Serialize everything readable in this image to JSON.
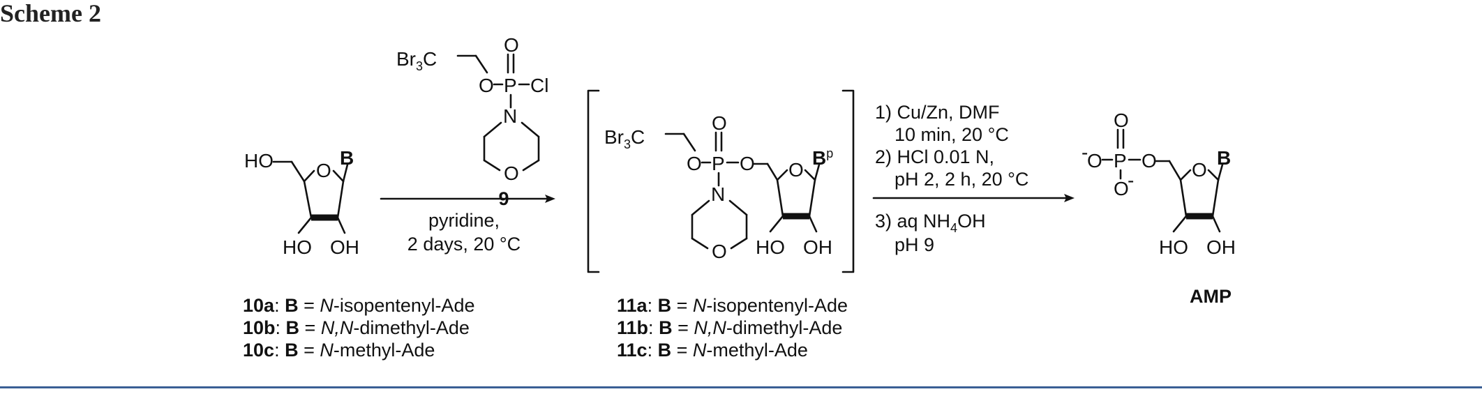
{
  "scheme_title": "Scheme 2",
  "reagent_9": {
    "compound_number": "9",
    "atoms": {
      "br3c": "Br",
      "br3c_sub": "3",
      "br3c_c": "C",
      "o_ester": "O",
      "p": "P",
      "o_double": "O",
      "cl": "Cl",
      "n": "N",
      "o_ring": "O"
    }
  },
  "arrow1": {
    "above": "9",
    "below_line1": "pyridine,",
    "below_line2": "2 days, 20 °C"
  },
  "sm": {
    "atoms": {
      "ho5": "HO",
      "o_ring": "O",
      "base": "B",
      "ho3": "HO",
      "oh2": "OH"
    },
    "labels": [
      {
        "id": "10a",
        "sep": ": ",
        "b": "B",
        "eq": " = ",
        "italic": "N",
        "rest": "-isopentenyl-Ade"
      },
      {
        "id": "10b",
        "sep": ": ",
        "b": "B",
        "eq": " = ",
        "italic": "N,N",
        "rest": "-dimethyl-Ade"
      },
      {
        "id": "10c",
        "sep": ": ",
        "b": "B",
        "eq": " = ",
        "italic": "N",
        "rest": "-methyl-Ade"
      }
    ]
  },
  "intermediate": {
    "atoms": {
      "br3c": "Br",
      "br3c_sub": "3",
      "br3c_c": "C",
      "o_double": "O",
      "o_ester": "O",
      "p": "P",
      "o_link": "O",
      "n": "N",
      "o_morph": "O",
      "o_ring": "O",
      "base": "B",
      "base_sup": "p",
      "ho3": "HO",
      "oh2": "OH"
    },
    "labels": [
      {
        "id": "11a",
        "sep": ": ",
        "b": "B",
        "eq": " = ",
        "italic": "N",
        "rest": "-isopentenyl-Ade"
      },
      {
        "id": "11b",
        "sep": ": ",
        "b": "B",
        "eq": " = ",
        "italic": "N,N",
        "rest": "-dimethyl-Ade"
      },
      {
        "id": "11c",
        "sep": ": ",
        "b": "B",
        "eq": " = ",
        "italic": "N",
        "rest": "-methyl-Ade"
      }
    ]
  },
  "arrow2": {
    "step1_line1": "1) Cu/Zn, DMF",
    "step1_line2": "10 min, 20 °C",
    "step2_line1": "2) HCl 0.01 N,",
    "step2_line2": "pH 2, 2 h, 20 °C",
    "step3_line1_pre": "3) aq NH",
    "step3_line1_sub": "4",
    "step3_line1_post": "OH",
    "step3_line2": "pH 9"
  },
  "product": {
    "name": "AMP",
    "atoms": {
      "o_minus_left": "O",
      "minus": "-",
      "p": "P",
      "o_top": "O",
      "o_bottom": "O",
      "o_link": "O",
      "o_ring": "O",
      "base": "B",
      "ho3": "HO",
      "oh2": "OH"
    }
  },
  "colors": {
    "rule": "#3a5f95",
    "ink": "#111111"
  }
}
